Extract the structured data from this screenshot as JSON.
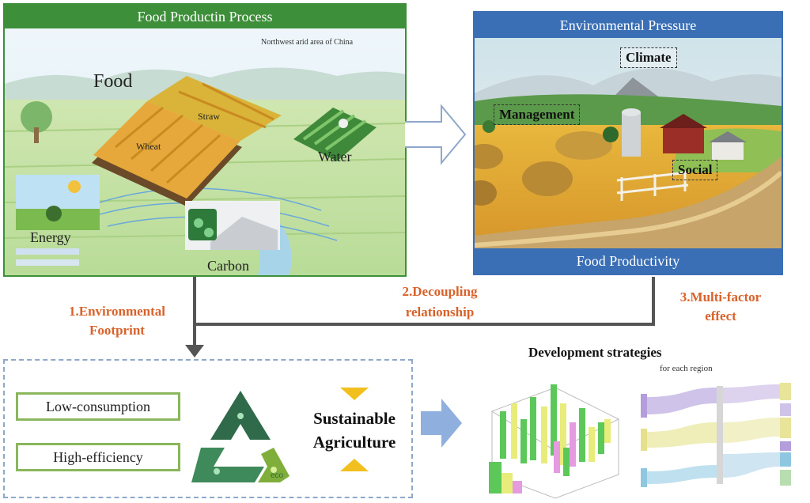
{
  "food_production": {
    "title": "Food Productin Process",
    "region_note": "Northwest arid area of China",
    "labels": {
      "food": "Food",
      "straw": "Straw",
      "wheat": "Wheat",
      "water": "Water",
      "energy": "Energy",
      "carbon": "Carbon"
    }
  },
  "environmental": {
    "title": "Environmental Pressure",
    "footer": "Food Productivity",
    "labels": {
      "climate": "Climate",
      "management": "Management",
      "social": "Social"
    }
  },
  "steps": {
    "footprint": [
      "1.Environmental",
      "Footprint"
    ],
    "decoupling": [
      "2.Decoupling",
      "relationship"
    ],
    "multifactor": [
      "3.Multi-factor",
      "effect"
    ]
  },
  "outcome": {
    "low": "Low-consumption",
    "high": "High-efficiency",
    "sustainable": [
      "Sustainable",
      "Agriculture"
    ],
    "eco": "eco"
  },
  "strategies": {
    "title": "Development strategies",
    "subtitle": "for each region"
  },
  "colors": {
    "green_header": "#3e8f3a",
    "blue_header": "#3a6fb5",
    "step_orange": "#d9622b",
    "box_green": "#8ab75b",
    "arrow_blue": "#8fb0de",
    "dash_blue": "#8fa7c8",
    "triangle_yellow": "#f2c01e"
  }
}
